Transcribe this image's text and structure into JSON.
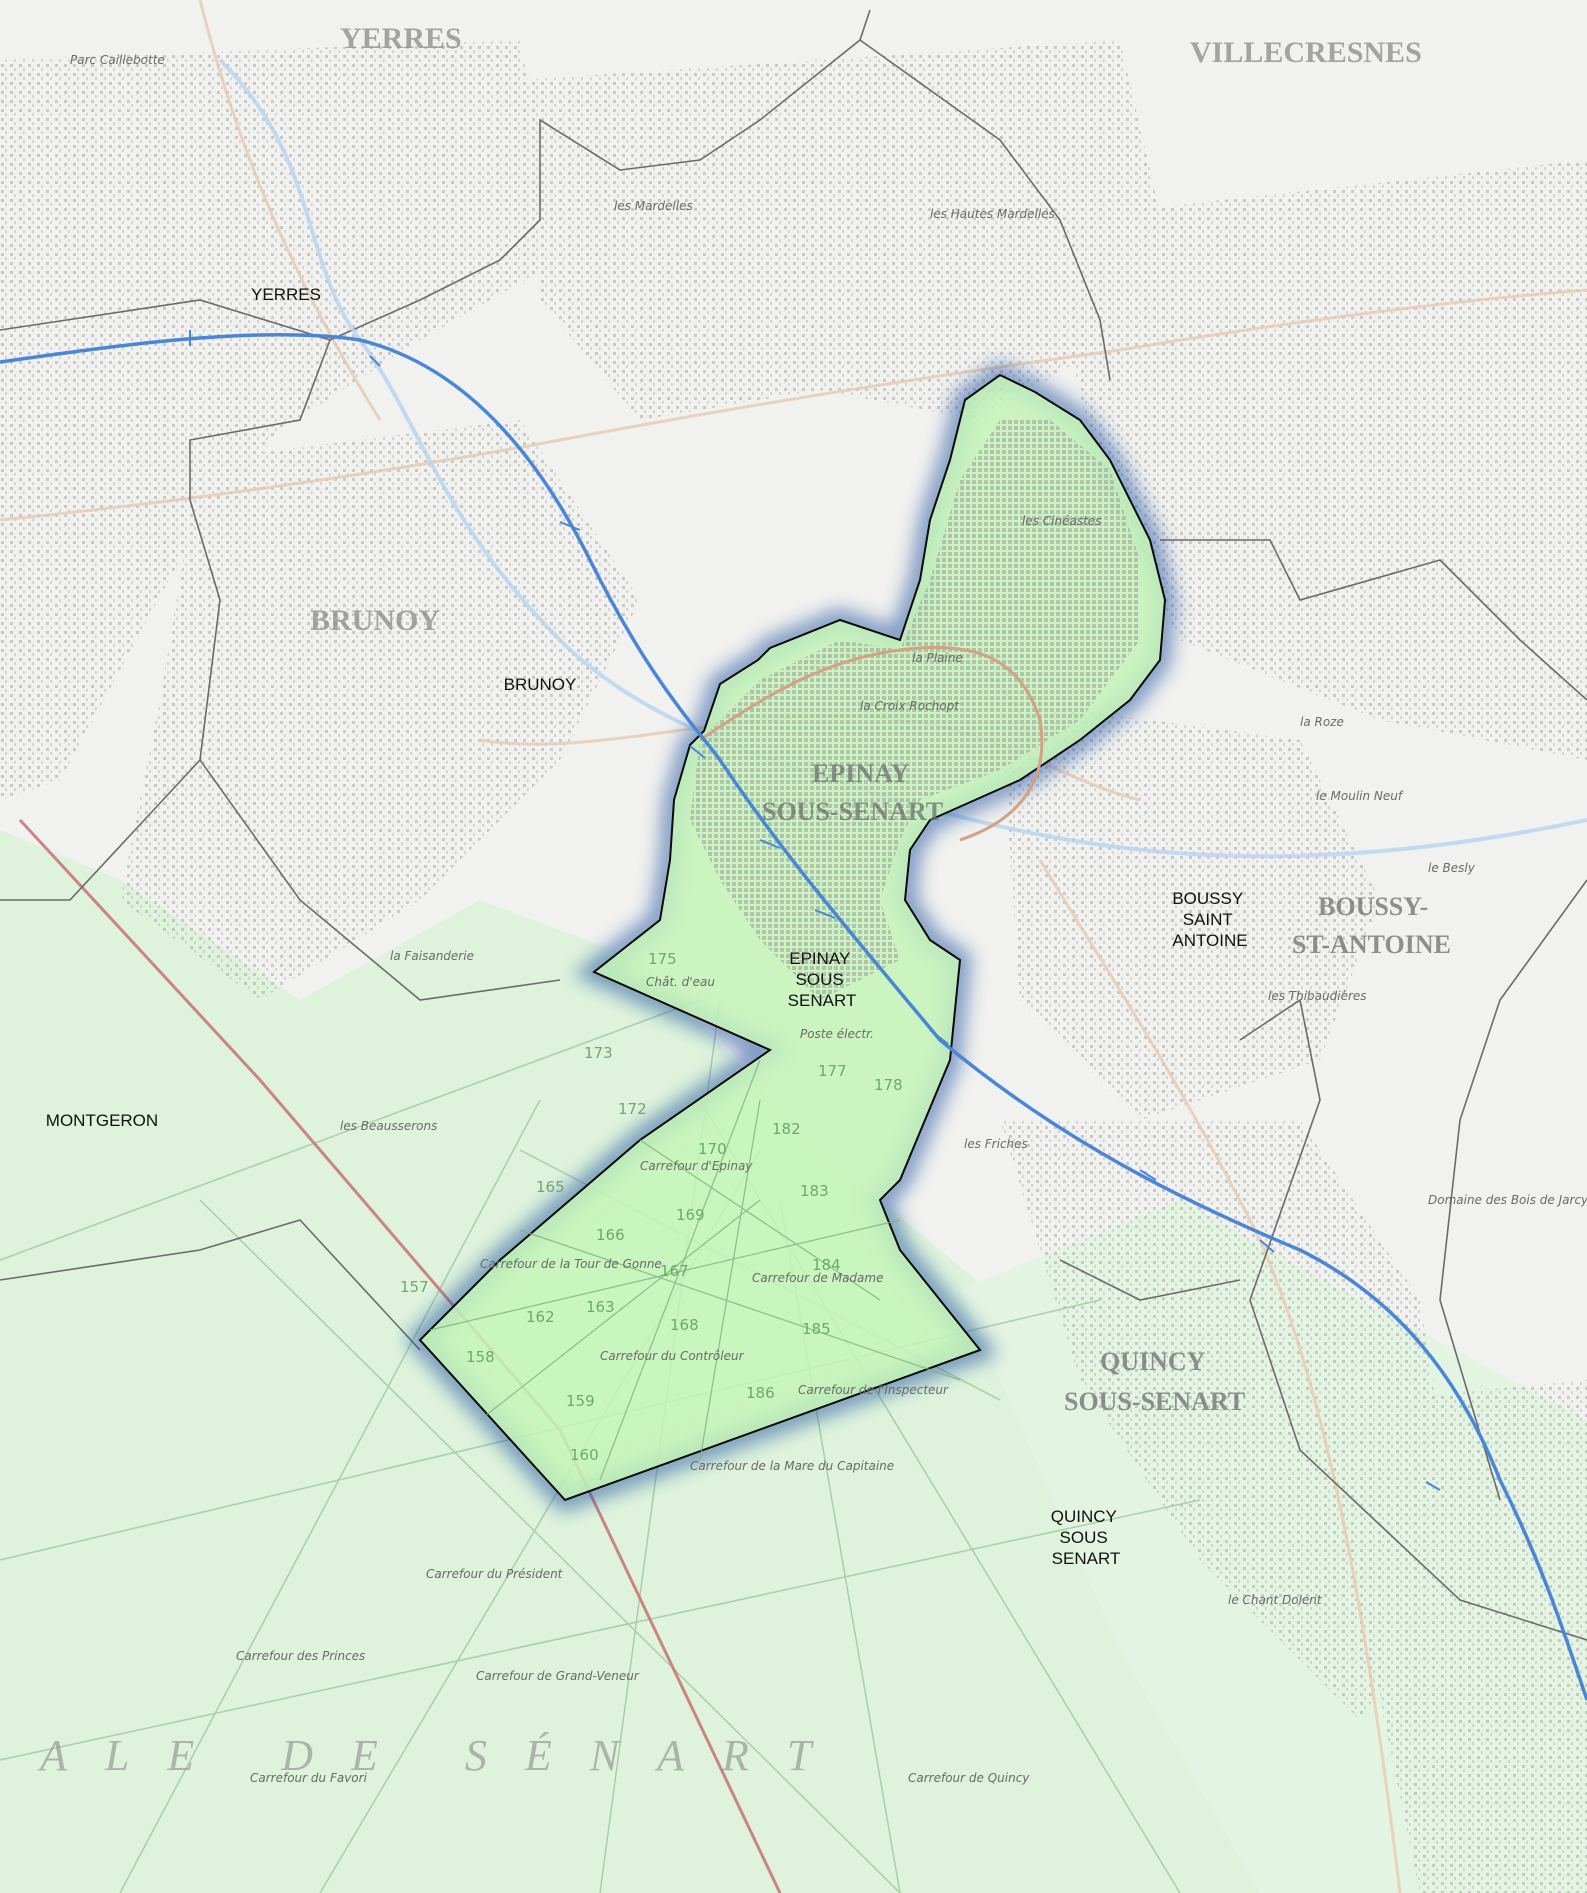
{
  "map": {
    "commune_labels": [
      {
        "id": "yerres",
        "lines": [
          "YERRES"
        ]
      },
      {
        "id": "brunoy",
        "lines": [
          "BRUNOY"
        ]
      },
      {
        "id": "montgeron",
        "lines": [
          "MONTGERON"
        ]
      },
      {
        "id": "epinay",
        "lines": [
          "EPINAY",
          "SOUS",
          "SENART"
        ]
      },
      {
        "id": "boussy",
        "lines": [
          "BOUSSY",
          "SAINT",
          "ANTOINE"
        ]
      },
      {
        "id": "quincy",
        "lines": [
          "QUINCY",
          "SOUS",
          "SENART"
        ]
      }
    ],
    "basemap_labels": [
      {
        "id": "yerres-base",
        "text": "YERRES"
      },
      {
        "id": "villecresnes-base",
        "text": "VILLECRESNES"
      },
      {
        "id": "brunoy-base",
        "text": "BRUNOY"
      },
      {
        "id": "epinay-base-1",
        "text": "EPINAY"
      },
      {
        "id": "epinay-base-2",
        "text": "SOUS-SENART"
      },
      {
        "id": "boussy-base",
        "text": "BOUSSY-"
      },
      {
        "id": "boussy-base-2",
        "text": "ST-ANTOINE"
      },
      {
        "id": "quincy-base-1",
        "text": "QUINCY"
      },
      {
        "id": "quincy-base-2",
        "text": "SOUS-SENART"
      },
      {
        "id": "forest-base",
        "text": "ALE DE SÉNART"
      }
    ],
    "place_names": [
      {
        "id": "parc-caillebotte",
        "text": "Parc Caillebotte"
      },
      {
        "id": "les-mardelles",
        "text": "les Mardelles"
      },
      {
        "id": "hautes-mardelles",
        "text": "les Hautes Mardelles"
      },
      {
        "id": "les-cineastes",
        "text": "les Cinéastes"
      },
      {
        "id": "la-plaine",
        "text": "la Plaine"
      },
      {
        "id": "croix-rochopt",
        "text": "la Croix Rochopt"
      },
      {
        "id": "chat-eau",
        "text": "Chât. d'eau"
      },
      {
        "id": "poste-electr",
        "text": "Poste électr."
      },
      {
        "id": "les-beausserons",
        "text": "les Beausserons"
      },
      {
        "id": "la-faisanderie",
        "text": "la Faisanderie"
      },
      {
        "id": "les-thibaudieres",
        "text": "les Thibaudières"
      },
      {
        "id": "la-roze",
        "text": "la Roze"
      },
      {
        "id": "le-moulin-neuf",
        "text": "le Moulin Neuf"
      },
      {
        "id": "le-besly",
        "text": "le Besly"
      },
      {
        "id": "les-friches",
        "text": "les Friches"
      },
      {
        "id": "domaine-bois-jarcy",
        "text": "Domaine des Bois de Jarcy"
      },
      {
        "id": "le-chant-dolent",
        "text": "le Chant Dolent"
      },
      {
        "id": "carrefour-epinay",
        "text": "Carrefour d'Epinay"
      },
      {
        "id": "carrefour-tour-gonne",
        "text": "Carrefour de la Tour de Gonne"
      },
      {
        "id": "carrefour-madame",
        "text": "Carrefour de Madame"
      },
      {
        "id": "carrefour-controleur",
        "text": "Carrefour du Contrôleur"
      },
      {
        "id": "carrefour-inspecteur",
        "text": "Carrefour de l'Inspecteur"
      },
      {
        "id": "carrefour-capitaine",
        "text": "Carrefour de la Mare du Capitaine"
      },
      {
        "id": "carrefour-president",
        "text": "Carrefour du Président"
      },
      {
        "id": "carrefour-princes",
        "text": "Carrefour des Princes"
      },
      {
        "id": "carrefour-grand-veneur",
        "text": "Carrefour de Grand-Veneur"
      },
      {
        "id": "carrefour-quincy",
        "text": "Carrefour de Quincy"
      },
      {
        "id": "carrefour-favori",
        "text": "Carrefour du Favori"
      }
    ],
    "parcel_numbers": [
      "175",
      "173",
      "172",
      "170",
      "178",
      "182",
      "177",
      "183",
      "169",
      "166",
      "167",
      "184",
      "185",
      "162",
      "163",
      "168",
      "158",
      "159",
      "160",
      "186",
      "165",
      "157"
    ],
    "colors": {
      "basemap": "#f1f1ef",
      "forest": "#dff3dc",
      "commune_fill": "#c6f5b8",
      "commune_border": "#0a0a0a",
      "halo": "#1f4fa0",
      "rail": "#4a86d6",
      "commune_lines": "#6b6b6b",
      "roads": "#e8c9b0",
      "urban": "#b8b8b8"
    },
    "icons": [
      "rail-line-icon",
      "commune-boundary-icon"
    ]
  }
}
